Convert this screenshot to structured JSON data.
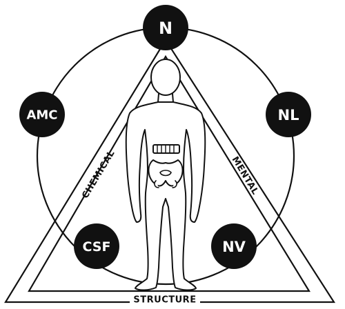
{
  "colors": {
    "ink": "#111111",
    "paper": "#ffffff"
  },
  "nodes": [
    {
      "key": "top",
      "label": "N"
    },
    {
      "key": "upper_left",
      "label": "AMC"
    },
    {
      "key": "upper_right",
      "label": "NL"
    },
    {
      "key": "lower_left",
      "label": "CSF"
    },
    {
      "key": "lower_right",
      "label": "NV"
    }
  ],
  "sides": {
    "left": "CHEMICAL",
    "right": "MENTAL",
    "bottom": "STRUCTURE"
  },
  "figure": {
    "icon": "human-body-anatomy-figure"
  }
}
